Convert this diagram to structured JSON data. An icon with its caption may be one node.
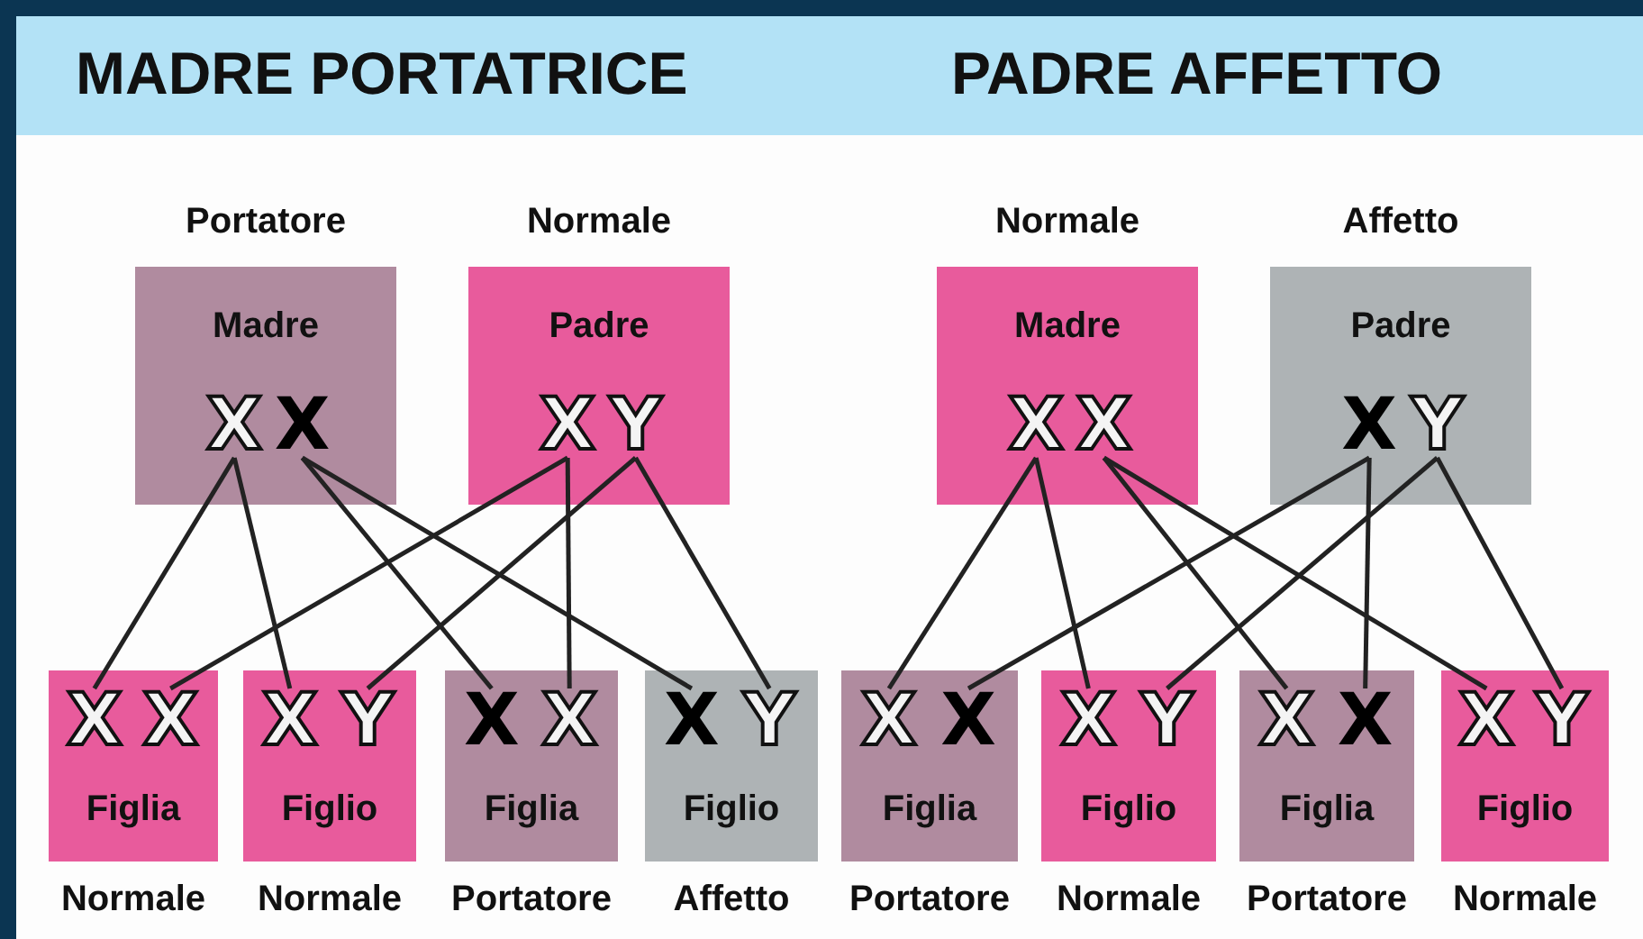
{
  "diagram": {
    "nodes": [
      {
        "text": [
          "Portatore",
          "Madre"
        ]
      },
      {
        "text": [
          "X"
        ],
        "in": 0
      },
      {
        "text": [
          "X"
        ],
        "in": 0
      },
      {
        "text": [
          "Normale",
          "Padre"
        ]
      },
      {
        "text": [
          "X"
        ],
        "in": 3
      },
      {
        "text": [
          "Y"
        ],
        "in": 3
      },
      {
        "text": [
          "Figlia",
          "Normale"
        ]
      },
      {
        "text": [
          "X"
        ],
        "in": 6
      },
      {
        "text": [
          "X"
        ],
        "in": 6
      },
      {
        "text": [
          "Figlio",
          "Normale"
        ]
      },
      {
        "text": [
          "X"
        ],
        "in": 9
      },
      {
        "text": [
          "Y"
        ],
        "in": 9
      },
      {
        "text": [
          "Figlia",
          "Portatore"
        ]
      },
      {
        "text": [
          "X"
        ],
        "in": 12
      },
      {
        "text": [
          "X"
        ],
        "in": 12
      },
      {
        "text": [
          "Figlio",
          "Affetto"
        ]
      },
      {
        "text": [
          "X"
        ],
        "in": 15
      },
      {
        "text": [
          "Y"
        ],
        "in": 15
      },
      {
        "text": [
          "Normale",
          "Madre"
        ]
      },
      {
        "text": [
          "X"
        ],
        "in": 18
      },
      {
        "text": [
          "X"
        ],
        "in": 18
      },
      {
        "text": [
          "Affetto",
          "Padre"
        ]
      },
      {
        "text": [
          "X"
        ],
        "in": 21
      },
      {
        "text": [
          "Y"
        ],
        "in": 21
      },
      {
        "text": [
          "Figlia",
          "Portatore"
        ]
      },
      {
        "text": [
          "X"
        ],
        "in": 24
      },
      {
        "text": [
          "X"
        ],
        "in": 24
      },
      {
        "text": [
          "Figlio",
          "Normale"
        ]
      },
      {
        "text": [
          "X"
        ],
        "in": 27
      },
      {
        "text": [
          "Y"
        ],
        "in": 27
      },
      {
        "text": [
          "Figlia",
          "Portatore"
        ]
      },
      {
        "text": [
          "X"
        ],
        "in": 30
      },
      {
        "text": [
          "X"
        ],
        "in": 30
      },
      {
        "text": [
          "Figlio",
          "Normale"
        ]
      },
      {
        "text": [
          "X"
        ],
        "in": 33
      },
      {
        "text": [
          "Y"
        ],
        "in": 33
      }
    ],
    "edges": [
      {
        "from": 1,
        "to": 7,
        "arrow": "none"
      },
      {
        "from": 1,
        "to": 10,
        "arrow": "none"
      },
      {
        "from": 2,
        "to": 13,
        "arrow": "none"
      },
      {
        "from": 2,
        "to": 16,
        "arrow": "none"
      },
      {
        "from": 4,
        "to": 8,
        "arrow": "none"
      },
      {
        "from": 4,
        "to": 14,
        "arrow": "none"
      },
      {
        "from": 5,
        "to": 11,
        "arrow": "none"
      },
      {
        "from": 5,
        "to": 17,
        "arrow": "none"
      },
      {
        "from": 19,
        "to": 25,
        "arrow": "none"
      },
      {
        "from": 19,
        "to": 28,
        "arrow": "none"
      },
      {
        "from": 20,
        "to": 31,
        "arrow": "none"
      },
      {
        "from": 20,
        "to": 34,
        "arrow": "none"
      },
      {
        "from": 22,
        "to": 26,
        "arrow": "none"
      },
      {
        "from": 22,
        "to": 32,
        "arrow": "none"
      },
      {
        "from": 23,
        "to": 29,
        "arrow": "none"
      },
      {
        "from": 23,
        "to": 35,
        "arrow": "none"
      }
    ],
    "labels": [
      "MADRE PORTATRICE",
      "PADRE AFFETTO"
    ]
  }
}
